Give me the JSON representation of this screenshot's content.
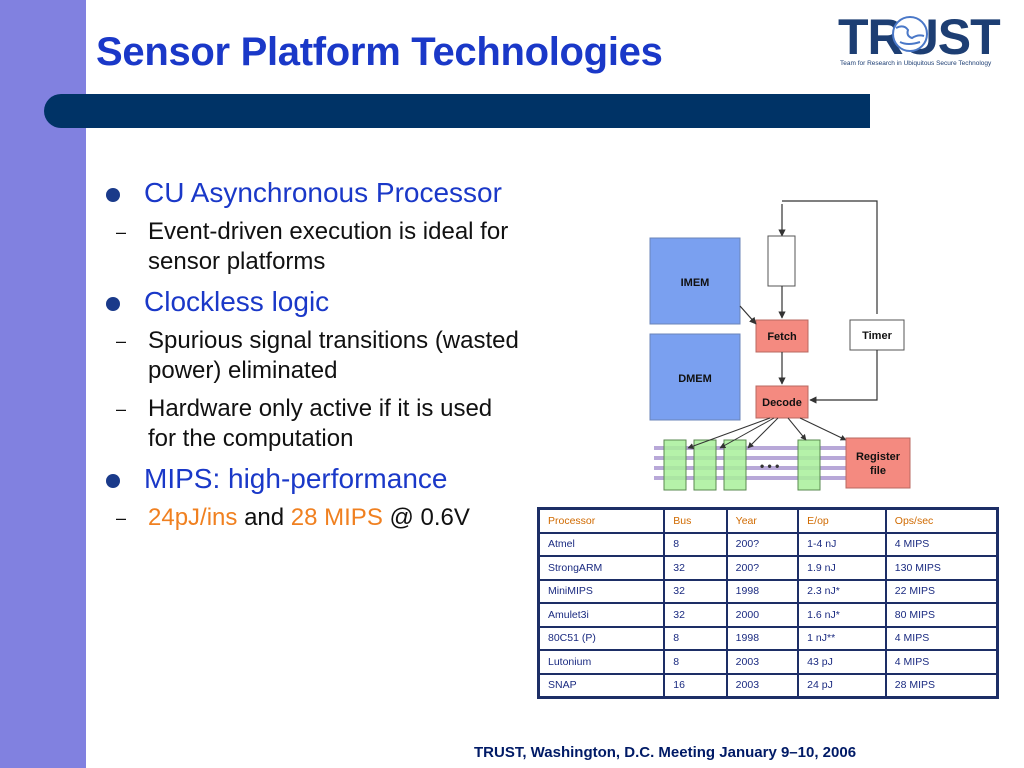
{
  "slide": {
    "title": "Sensor Platform Technologies",
    "footer": "TRUST, Washington, D.C. Meeting January 9–10, 2006"
  },
  "logo": {
    "name": "TRUST",
    "tagline": "Team for Research in Ubiquitous Secure Technology"
  },
  "bullets": [
    {
      "text": "CU Asynchronous Processor",
      "subs": [
        "Event-driven execution is ideal for sensor platforms"
      ]
    },
    {
      "text": "Clockless logic",
      "subs": [
        "Spurious signal transitions (wasted power) eliminated",
        "Hardware only active if it is used for the computation"
      ]
    },
    {
      "text": "MIPS: high-performance",
      "sub_parts": {
        "energy": "24pJ/ins",
        "and": "and",
        "mips": "28 MIPS",
        "at": "@ 0.6V"
      }
    }
  ],
  "diagram": {
    "imem": "IMEM",
    "dmem": "DMEM",
    "fetch": "Fetch",
    "decode": "Decode",
    "timer": "Timer",
    "register_file_line1": "Register",
    "register_file_line2": "file",
    "ellipsis": "• • •",
    "colors": {
      "memory": "#7aa0f0",
      "pipeline": "#f48a80",
      "unit": "#ffffff",
      "queue": "#a8f09a",
      "bus": "#b8a8d8"
    }
  },
  "table": {
    "headers": [
      "Processor",
      "Bus",
      "Year",
      "E/op",
      "Ops/sec"
    ],
    "rows": [
      [
        "Atmel",
        "8",
        "200?",
        "1-4 nJ",
        "4 MIPS"
      ],
      [
        "StrongARM",
        "32",
        "200?",
        "1.9 nJ",
        "130 MIPS"
      ],
      [
        "MiniMIPS",
        "32",
        "1998",
        "2.3 nJ*",
        "22 MIPS"
      ],
      [
        "Amulet3i",
        "32",
        "2000",
        "1.6 nJ*",
        "80 MIPS"
      ],
      [
        "80C51 (P)",
        "8",
        "1998",
        "1 nJ**",
        "4 MIPS"
      ],
      [
        "Lutonium",
        "8",
        "2003",
        "43 pJ",
        "4 MIPS"
      ],
      [
        "SNAP",
        "16",
        "2003",
        "24 pJ",
        "28 MIPS"
      ]
    ]
  }
}
